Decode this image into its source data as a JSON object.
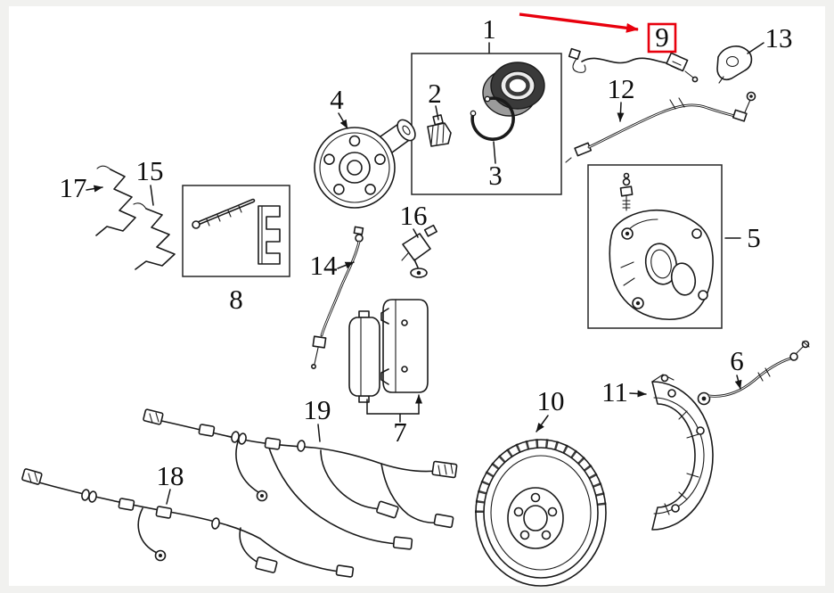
{
  "diagram": {
    "part_labels": {
      "p1": "1",
      "p2": "2",
      "p3": "3",
      "p4": "4",
      "p5": "5",
      "p6": "6",
      "p7": "7",
      "p8": "8",
      "p9": "9",
      "p10": "10",
      "p11": "11",
      "p12": "12",
      "p13": "13",
      "p14": "14",
      "p15": "15",
      "p16": "16",
      "p17": "17",
      "p18": "18",
      "p19": "19"
    },
    "highlight": {
      "part": "9",
      "color": "#e8000d"
    },
    "colors": {
      "line": "#1a1a1a",
      "background": "#ffffff",
      "page_margin": "#f1f1ef"
    }
  }
}
